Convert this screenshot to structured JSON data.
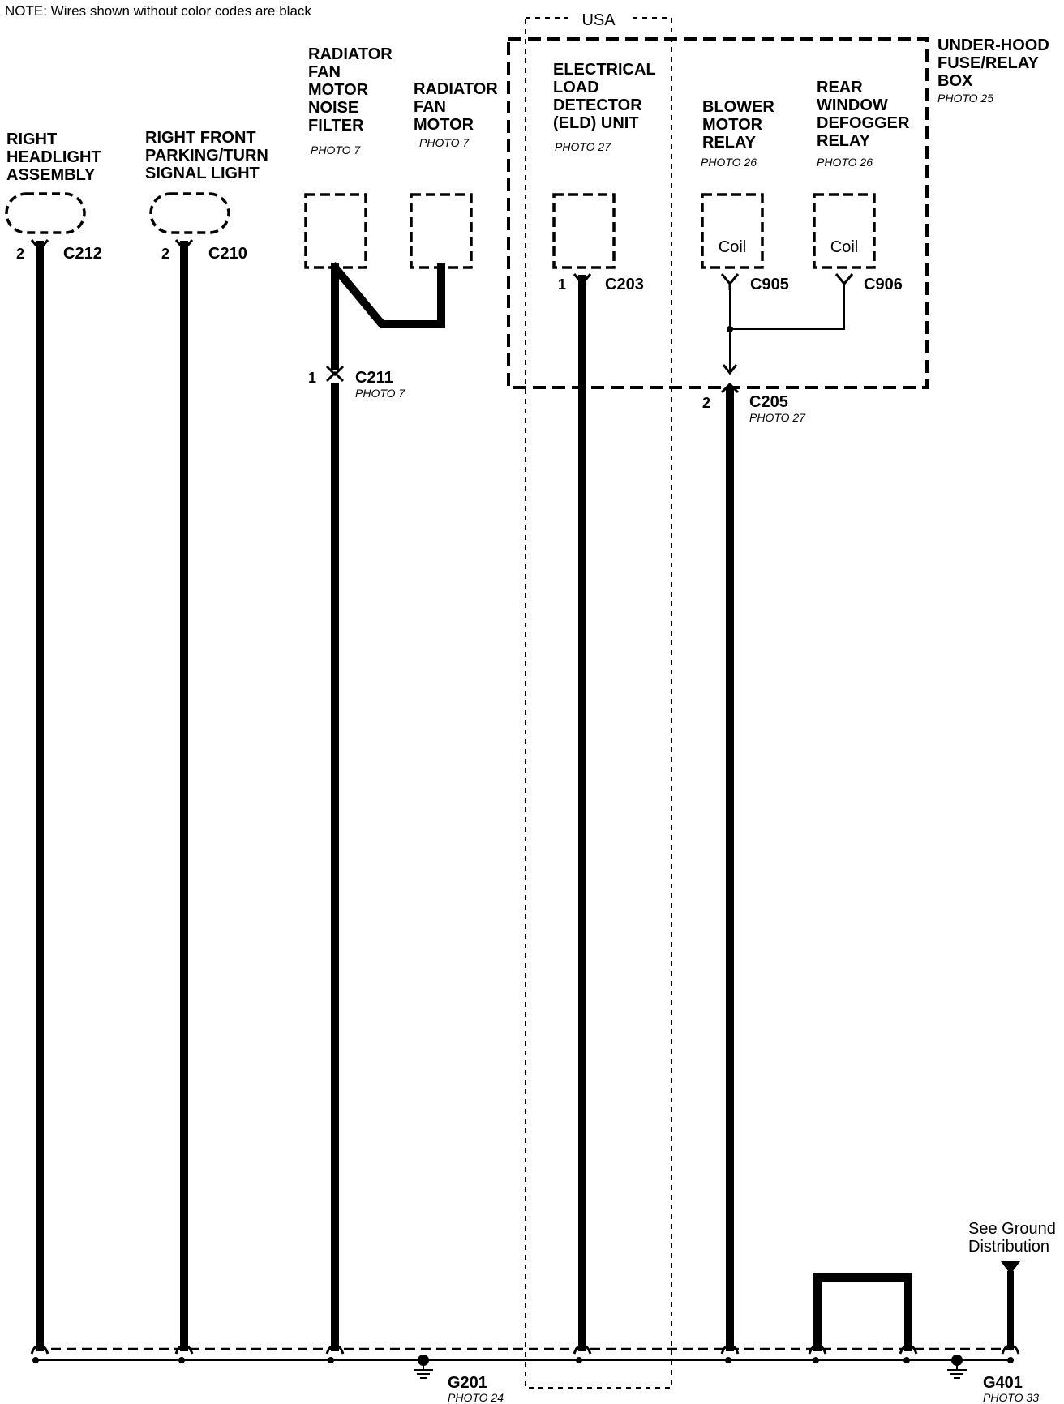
{
  "note": "NOTE: Wires shown without color codes are black",
  "usa_label": "USA",
  "components": {
    "right_headlight": {
      "lines": [
        "RIGHT",
        "HEADLIGHT",
        "ASSEMBLY"
      ],
      "connector": "C212",
      "pin": "2"
    },
    "right_front_parking": {
      "lines": [
        "RIGHT FRONT",
        "PARKING/TURN",
        "SIGNAL LIGHT"
      ],
      "connector": "C210",
      "pin": "2"
    },
    "fan_noise_filter": {
      "lines": [
        "RADIATOR",
        "FAN",
        "MOTOR",
        "NOISE",
        "FILTER"
      ],
      "photo": "PHOTO 7"
    },
    "fan_motor": {
      "lines": [
        "RADIATOR",
        "FAN",
        "MOTOR"
      ],
      "photo": "PHOTO 7"
    },
    "c211": {
      "connector": "C211",
      "pin": "1",
      "photo": "PHOTO 7"
    },
    "eld_unit": {
      "lines": [
        "ELECTRICAL",
        "LOAD",
        "DETECTOR",
        "(ELD) UNIT"
      ],
      "photo": "PHOTO 27",
      "connector": "C203",
      "pin": "1"
    },
    "blower_relay": {
      "lines": [
        "BLOWER",
        "MOTOR",
        "RELAY"
      ],
      "photo": "PHOTO 26",
      "coil": "Coil",
      "connector": "C905"
    },
    "defogger_relay": {
      "lines": [
        "REAR",
        "WINDOW",
        "DEFOGGER",
        "RELAY"
      ],
      "photo": "PHOTO 26",
      "coil": "Coil",
      "connector": "C906"
    },
    "fuse_box": {
      "lines": [
        "UNDER-HOOD",
        "FUSE/RELAY",
        "BOX"
      ],
      "photo": "PHOTO 25"
    },
    "c205": {
      "connector": "C205",
      "pin": "2",
      "photo": "PHOTO 27"
    }
  },
  "grounds": {
    "g201": {
      "name": "G201",
      "photo": "PHOTO 24"
    },
    "g401": {
      "name": "G401",
      "photo": "PHOTO 33"
    },
    "see_ground": [
      "See Ground",
      "Distribution"
    ]
  }
}
